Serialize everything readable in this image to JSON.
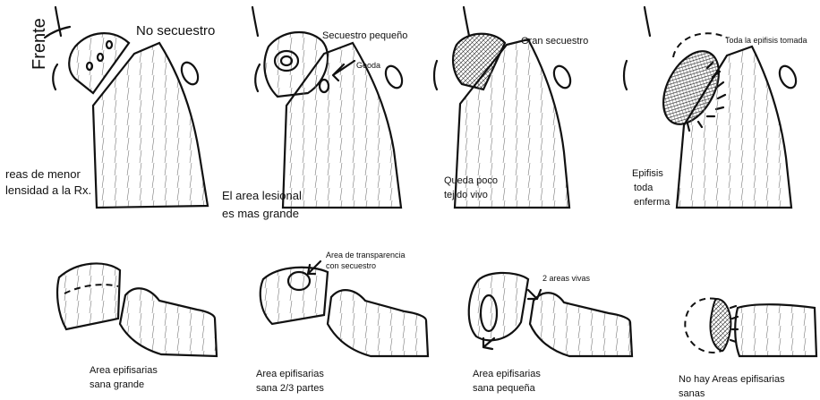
{
  "top_row": {
    "frente": "Frente",
    "panel1": {
      "title": "No secuestro",
      "caption_l1": "reas de menor",
      "caption_l2": "lensidad a la Rx."
    },
    "panel2": {
      "title": "Secuestro pequeño",
      "geoda": "Geoda",
      "caption_l1": "El area lesional",
      "caption_l2": "es mas grande"
    },
    "panel3": {
      "title": "Gran secuestro",
      "caption_l1": "Queda poco",
      "caption_l2": "tejido vivo"
    },
    "panel4": {
      "title": "Toda la epifisis tomada",
      "caption_l1": "Epifisis",
      "caption_l2": "toda",
      "caption_l3": "enferma"
    }
  },
  "bottom_row": {
    "panel1": {
      "caption_l1": "Area epifisarias",
      "caption_l2": "sana grande"
    },
    "panel2": {
      "note_l1": "Area de transparencia",
      "note_l2": "con secuestro",
      "caption_l1": "Area epifisarias",
      "caption_l2": "sana 2/3 partes"
    },
    "panel3": {
      "note": "2 areas vivas",
      "caption_l1": "Area epifisarias",
      "caption_l2": "sana pequeña"
    },
    "panel4": {
      "caption_l1": "No hay Areas epifisarias",
      "caption_l2": "sanas"
    }
  }
}
